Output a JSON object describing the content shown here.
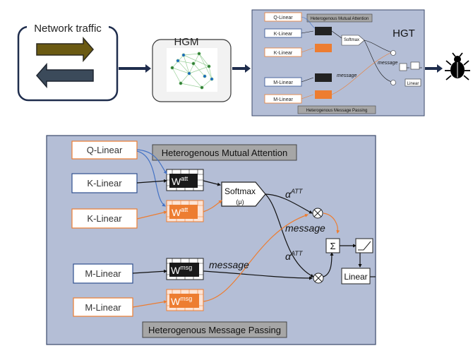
{
  "pipeline": {
    "traffic_label": "Network traffic",
    "hgm_label": "HGM",
    "hgt_label": "HGT",
    "bug_icon": "bug-icon"
  },
  "colors": {
    "blue_border": "#2f4f8f",
    "orange": "#ed7d31",
    "blue_line": "#4472c4",
    "panel_fill": "#b4bed6",
    "dark": "#222222",
    "olive": "#6b5a12",
    "slate": "#3b4a5a"
  },
  "diagram": {
    "q_linear": "Q-Linear",
    "k_linear_1": "K-Linear",
    "k_linear_2": "K-Linear",
    "m_linear_1": "M-Linear",
    "m_linear_2": "M-Linear",
    "mutual_attention_title": "Heterogenous Mutual Attention",
    "message_passing_title": "Heterogenous Message Passing",
    "w_base": "W",
    "w_att_sup": "att",
    "w_msg_sup": "msg",
    "softmax": "Softmax",
    "softmax_mu": "(μ)",
    "alpha": "α",
    "alpha_sup": "ATT",
    "message_1": "message",
    "message_2": "message",
    "sum_symbol": "Σ",
    "otimes": "⊗",
    "linear_output": "Linear"
  }
}
